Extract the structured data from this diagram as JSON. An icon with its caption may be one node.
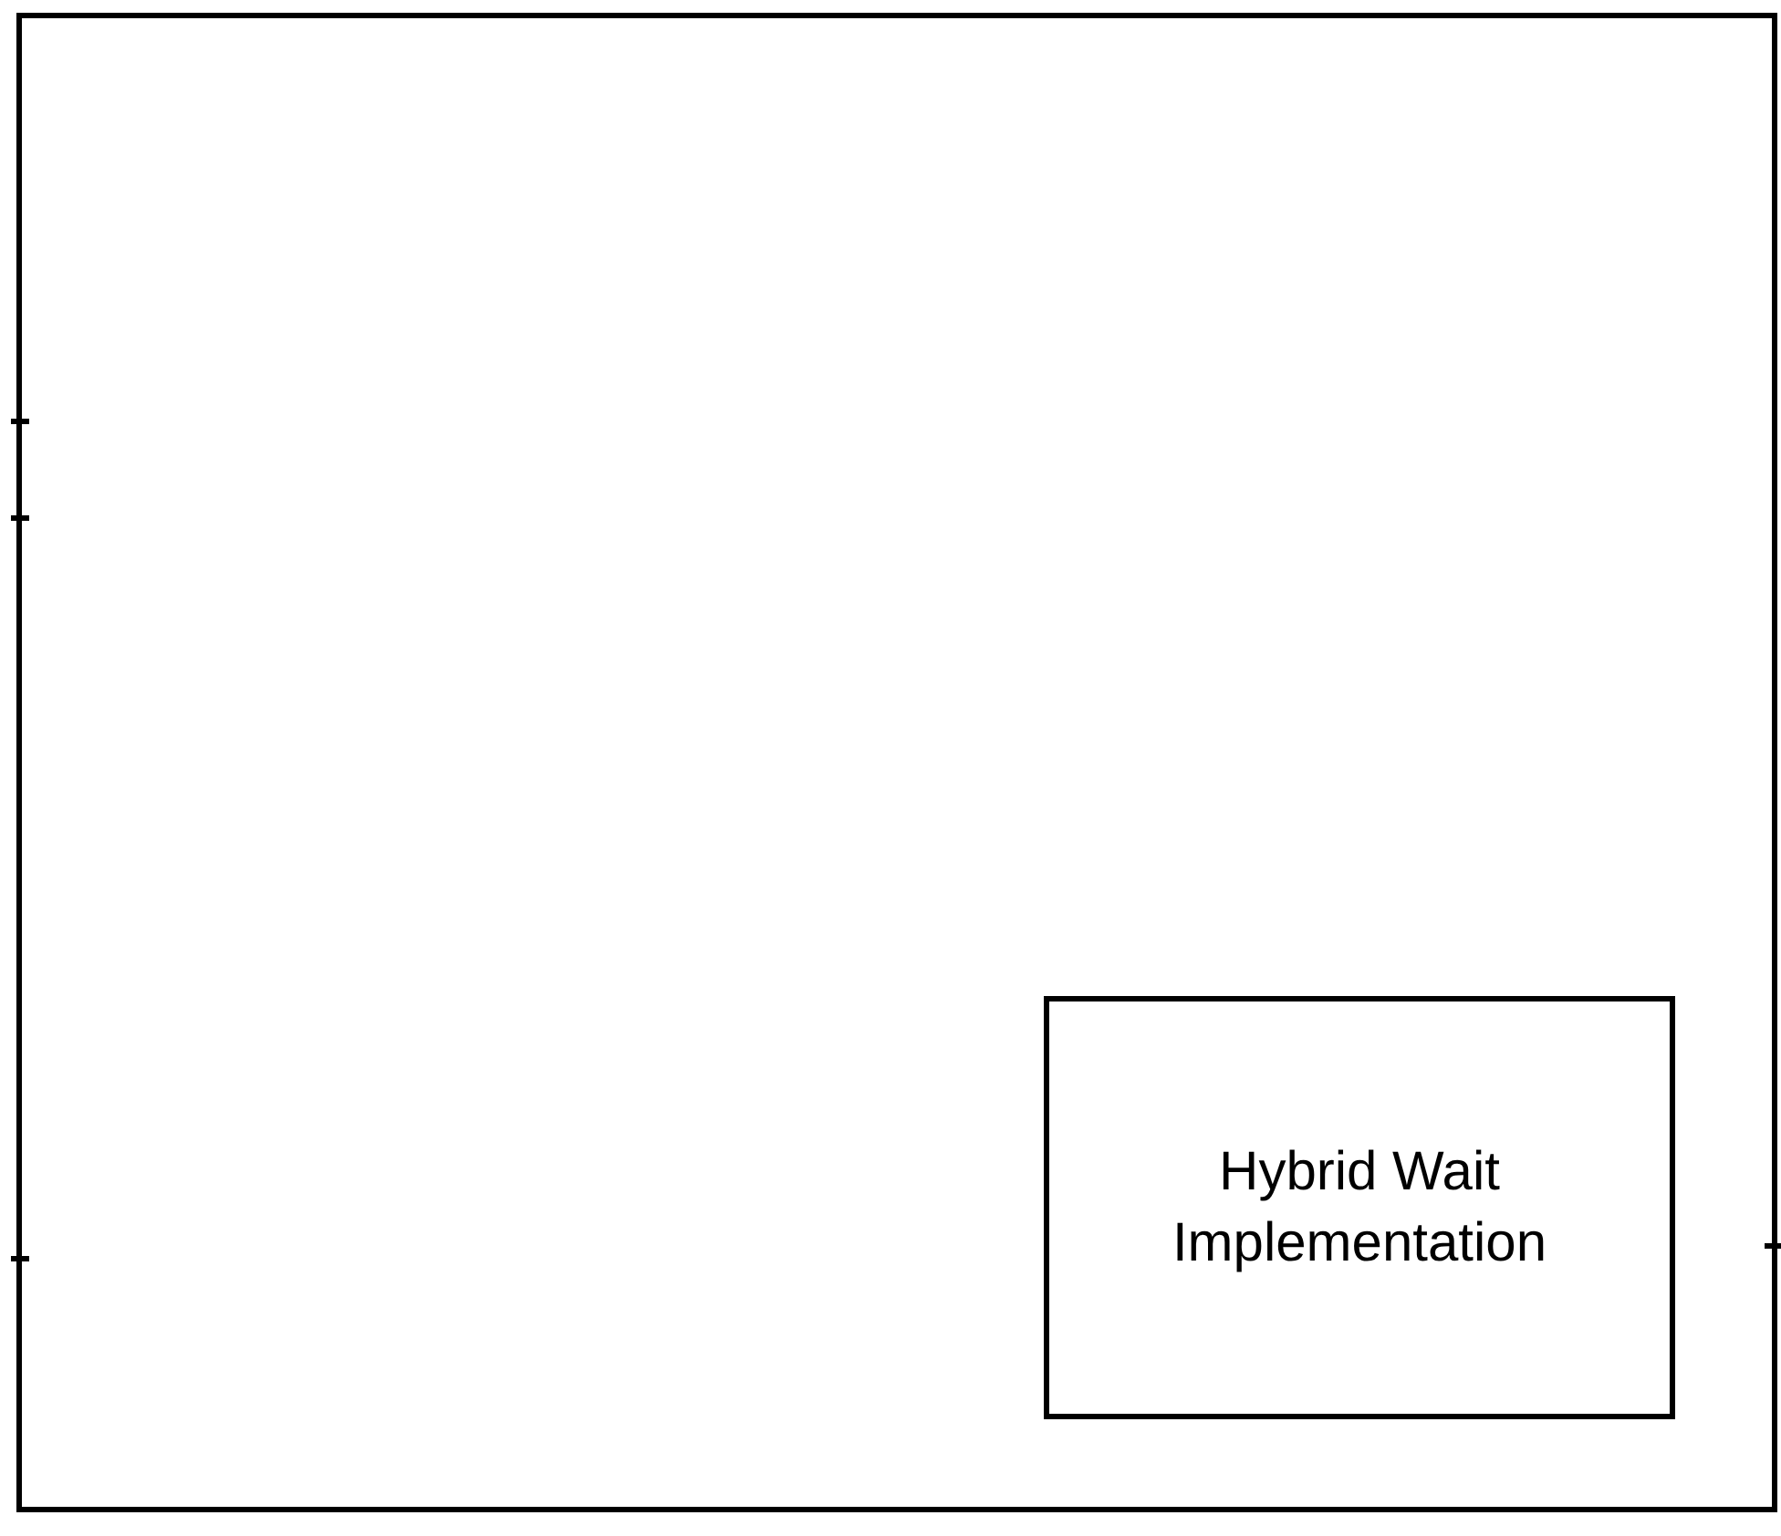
{
  "diagram": {
    "nodes": [
      {
        "text": [],
        "shape": "box"
      },
      {
        "text": [
          "Hybrid Wait Implementation"
        ],
        "in": 0
      }
    ]
  }
}
